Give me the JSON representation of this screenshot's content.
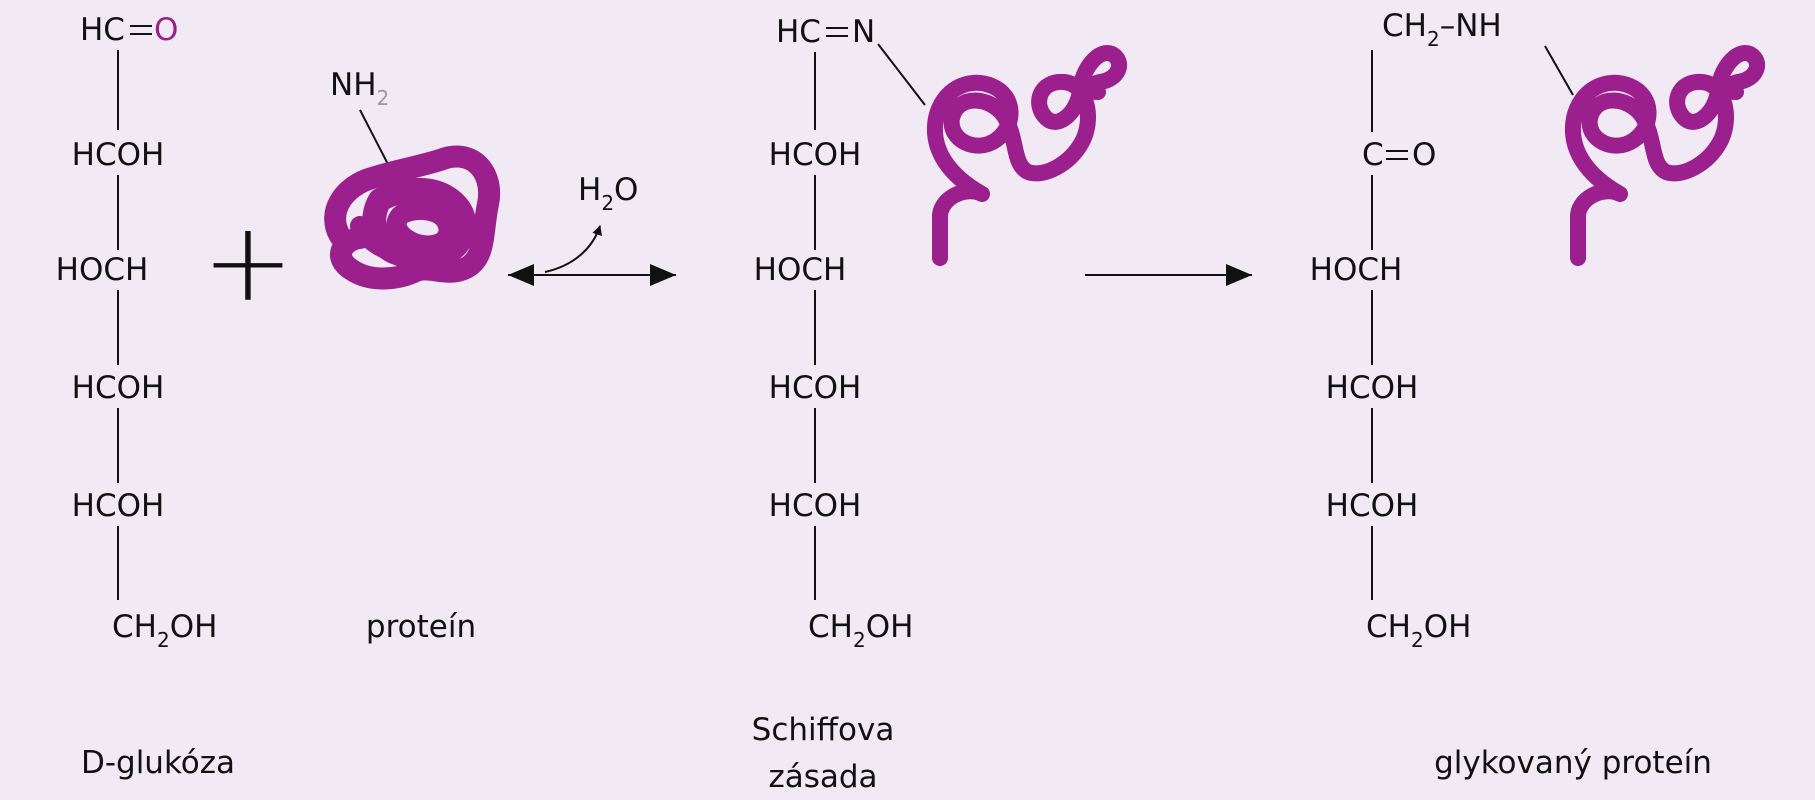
{
  "colors": {
    "protein": "#9b1f8d",
    "oxygen": "#9b1f8d",
    "nh2_subscript": "#9a9a9a",
    "background": "#f1e9f4"
  },
  "glucose": {
    "top_hc": "HC",
    "top_o": "O",
    "rows": [
      "HCOH",
      "HOCH",
      "HCOH",
      "HCOH"
    ],
    "ch2oh": {
      "pre": "CH",
      "sub": "2",
      "post": "OH"
    },
    "label": "D-glukóza"
  },
  "plus_sign": "+",
  "protein": {
    "nh2": {
      "pre": "NH",
      "sub": "2"
    },
    "label": "proteín"
  },
  "water": {
    "pre": "H",
    "sub": "2",
    "post": "O"
  },
  "schiff": {
    "top_hc": "HC",
    "top_n": "N",
    "rows": [
      "HCOH",
      "HOCH",
      "HCOH",
      "HCOH"
    ],
    "ch2oh": {
      "pre": "CH",
      "sub": "2",
      "post": "OH"
    },
    "label_line1": "Schiffova",
    "label_line2": "zásada"
  },
  "glycated": {
    "top": {
      "pre": "CH",
      "sub": "2",
      "post": "–NH"
    },
    "c_eq": "C",
    "c_o": "O",
    "rows": [
      "HOCH",
      "HCOH",
      "HCOH"
    ],
    "ch2oh": {
      "pre": "CH",
      "sub": "2",
      "post": "OH"
    },
    "label": "glykovaný proteín"
  }
}
